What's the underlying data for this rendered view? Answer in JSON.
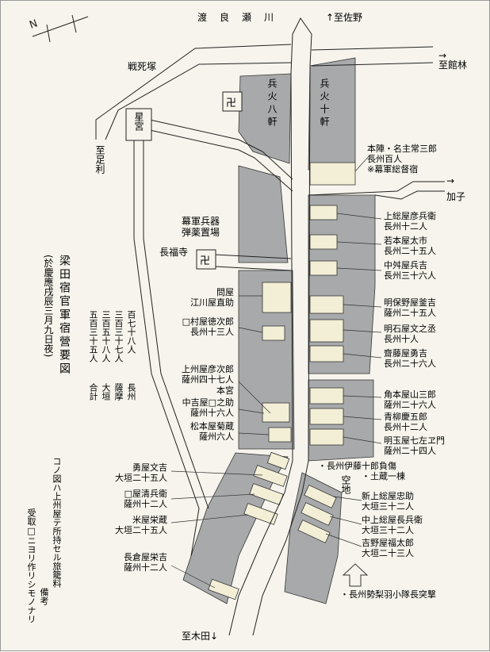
{
  "colors": {
    "block": "#a8a9ab",
    "house": "#f3efd6",
    "road": "#f6f4ec",
    "line": "#222222"
  },
  "compass": {
    "letter": "N"
  },
  "title": {
    "main": "梁田宿官軍宿營要図",
    "sub": "(於慶應戌辰三月九日夜)"
  },
  "totals": {
    "labels": [
      "長州",
      "薩摩",
      "大垣",
      "合計"
    ],
    "values": [
      "百七十八人",
      "三百三十七人",
      "三百五十八人",
      "五百三十五人"
    ]
  },
  "note": {
    "heading": "備考",
    "line1": "コノ図ハ上州屋テ所持セル旅籠料",
    "line2": "受取□ニヨリ作リシモノナリ"
  },
  "places": {
    "river": "渡　良　瀬　川",
    "to_sano": "↑至佐野",
    "to_tatebayashi": "至館林",
    "arrow_right": "→",
    "senshizuka": "戦死塚",
    "hoshimiya": "星宮",
    "to_ashikaga": "至足利",
    "kago": "加子",
    "choufukuji": "長福寺",
    "armory": "幕軍兵器\n弾薬置場",
    "to_kigita": "至木田↓",
    "akichi": "空地",
    "manji": "卍"
  },
  "temples": [
    "兵火八軒",
    "兵火十軒"
  ],
  "lodgings_right": [
    {
      "name": "本陣・名主常三郎",
      "detail": "長州百人",
      "extra": "※幕軍総督宿"
    },
    {
      "name": "上総屋彦兵衛",
      "detail": "長州十二人"
    },
    {
      "name": "若本屋太市",
      "detail": "長州二十五人"
    },
    {
      "name": "中舛屋兵吉",
      "detail": "長州三十六人"
    },
    {
      "name": "明保野屋釜吉",
      "detail": "薩州二十五人"
    },
    {
      "name": "明石屋文之丞",
      "detail": "長州十人"
    },
    {
      "name": "齋藤屋勇吉",
      "detail": "長州二十六人"
    },
    {
      "name": "角本屋山三郎",
      "detail": "薩州二十六人"
    },
    {
      "name": "青柳慶五郎",
      "detail": "長州十二人"
    },
    {
      "name": "明玉屋七左ヱ門",
      "detail": "薩州二十四人"
    },
    {
      "name": "・長州伊藤十郎負傷",
      "detail": "・土蔵一棟"
    },
    {
      "name": "新上総屋忠助",
      "detail": "大垣三十二人"
    },
    {
      "name": "中上総屋長兵衛",
      "detail": "大垣三十二人"
    },
    {
      "name": "吉野屋福太郎",
      "detail": "大垣二十三人"
    }
  ],
  "lodgings_left": [
    {
      "name": "問屋",
      "detail": "江川屋直助"
    },
    {
      "name": "□村屋徳次郎",
      "detail": "長州十三人"
    },
    {
      "name": "上州屋彦次郎",
      "detail": "薩州四十七人"
    },
    {
      "name": "本宮",
      "detail": ""
    },
    {
      "name": "中吉屋□之助",
      "detail": "薩州十六人"
    },
    {
      "name": "松本屋菊蔵",
      "detail": "薩州六人"
    },
    {
      "name": "勇屋文吉",
      "detail": "大垣二十五人"
    },
    {
      "name": "□屋清兵衛",
      "detail": "薩州十二人"
    },
    {
      "name": "米屋栄蔵",
      "detail": "大垣二十五人"
    },
    {
      "name": "長倉屋栄吉",
      "detail": "薩州十二人"
    }
  ],
  "attack": "・長州勢梨羽小隊長突撃"
}
